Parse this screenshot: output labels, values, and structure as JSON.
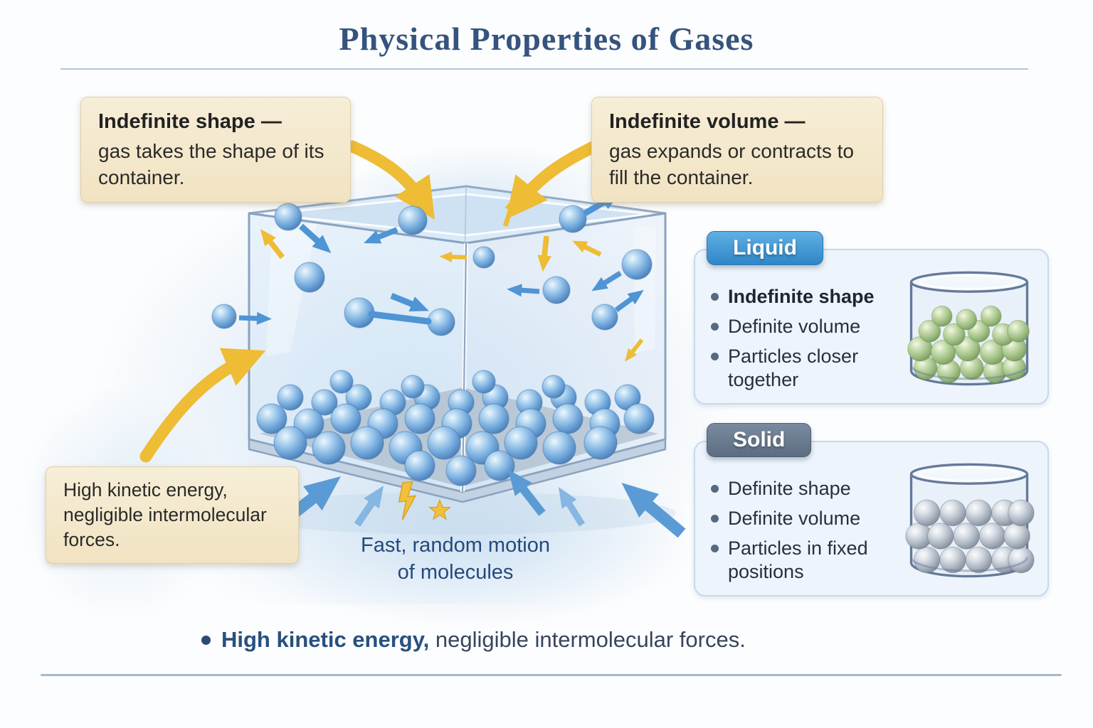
{
  "title": "Physical Properties of Gases",
  "callouts": {
    "shape": {
      "heading": "Indefinite shape —",
      "body": "gas takes the shape of its container."
    },
    "volume": {
      "heading": "Indefinite volume —",
      "body": "gas expands or contracts to fill the container."
    },
    "energy": {
      "body": "High kinetic energy, negligible intermolecular forces."
    }
  },
  "center_caption": {
    "line1": "Fast, random motion",
    "line2": "of molecules"
  },
  "panels": [
    {
      "label": "Liquid",
      "bullets": [
        "Indefinite shape",
        "Definite volume",
        "Particles closer together"
      ],
      "badge_color": "#3f96d2",
      "particle_color": "#9cbd81"
    },
    {
      "label": "Solid",
      "bullets": [
        "Definite shape",
        "Definite volume",
        "Particles in fixed positions"
      ],
      "badge_color": "#68798e",
      "particle_color": "#aab3bf"
    }
  ],
  "footer": {
    "lead": "High kinetic energy,",
    "rest": " negligible intermolecular forces."
  },
  "illustration": {
    "gas_particle_color": "#5d9fd6",
    "motion_arrow_blue": "#4f94d4",
    "motion_arrow_yellow": "#eebc35",
    "icons": [
      "lightning-icon",
      "star-icon"
    ]
  },
  "colors": {
    "title": "#35537d",
    "callout_bg": "#f4e9ce",
    "panel_bg": "#eef4fb",
    "rule": "#a3bace"
  }
}
